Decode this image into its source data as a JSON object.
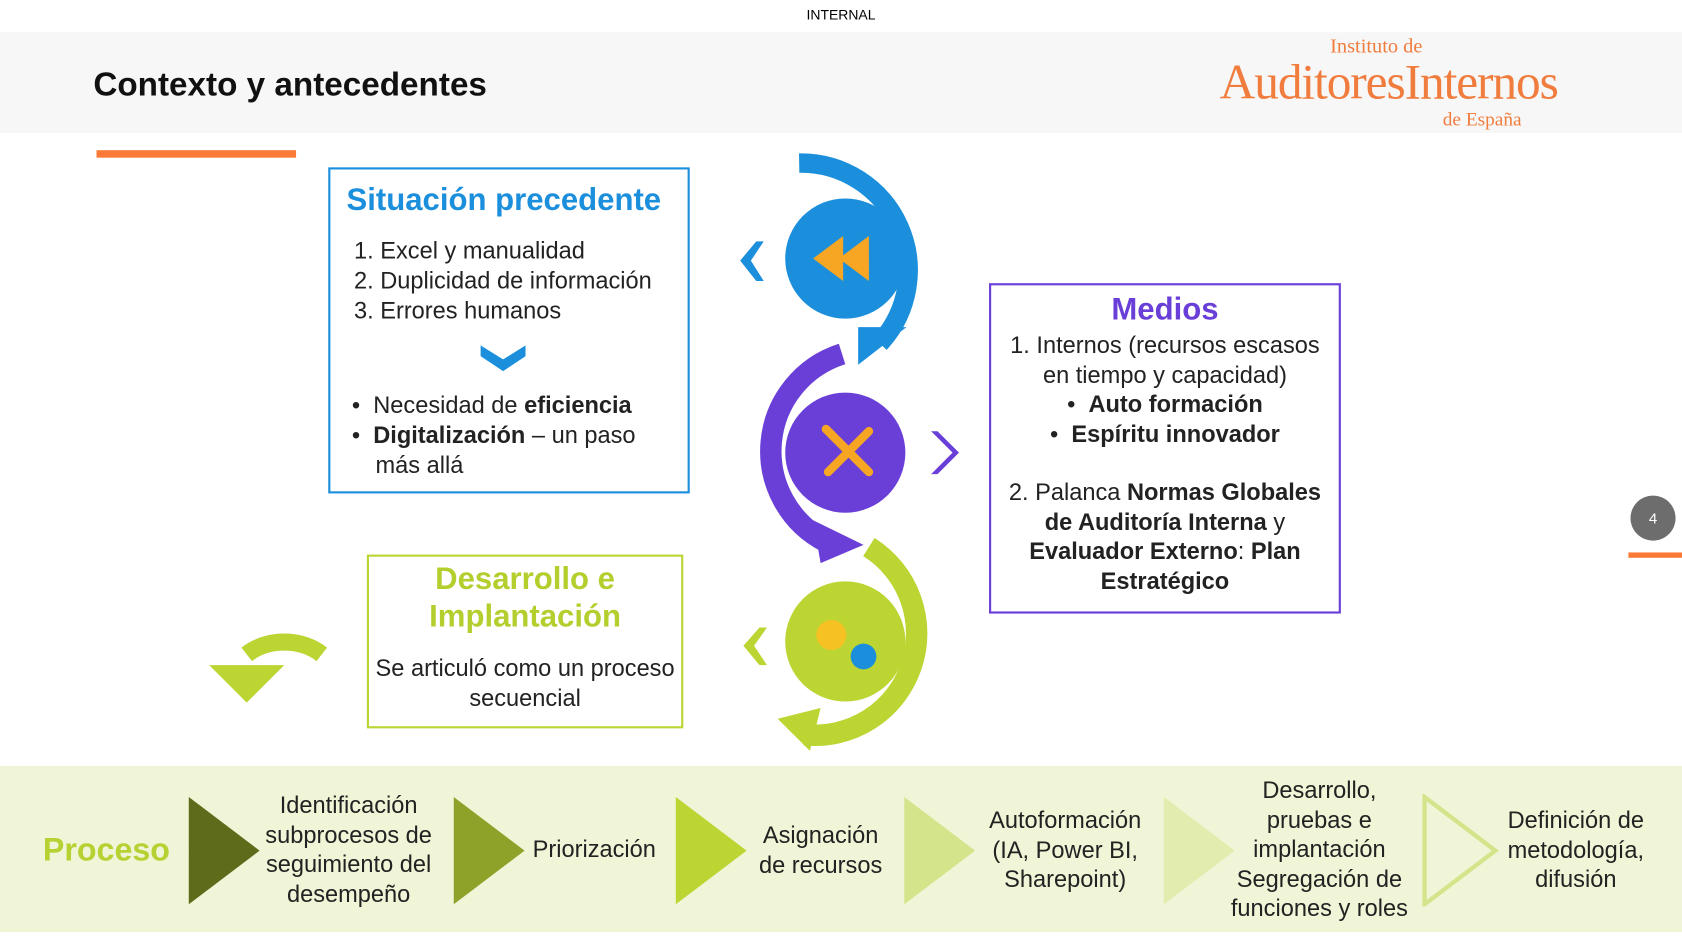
{
  "classification": "INTERNAL",
  "header": {
    "title": "Contexto y antecedentes",
    "logo": {
      "line1": "Instituto de",
      "line2": "AuditoresInternos",
      "line3": "de España"
    }
  },
  "situacion": {
    "title": "Situación precedente",
    "items": [
      "1.  Excel y manualidad",
      "2.  Duplicidad de información",
      "3.  Errores humanos"
    ],
    "bullets": [
      {
        "pre": "Necesidad de ",
        "bold": "eficiencia",
        "post": ""
      },
      {
        "pre": "",
        "bold": "Digitalización",
        "post": " – un paso más allá"
      }
    ]
  },
  "medios": {
    "title": "Medios",
    "item1": "1.  Internos (recursos escasos en tiempo y capacidad)",
    "sub": [
      "Auto formación",
      "Espíritu innovador"
    ],
    "item2": {
      "a": "2. Palanca ",
      "b": "Normas Globales de Auditoría Interna",
      "c": " y ",
      "d": "Evaluador Externo",
      "e": ": ",
      "f": "Plan Estratégico"
    }
  },
  "desarrollo": {
    "title": "Desarrollo e Implantación",
    "text": "Se articuló como un proceso secuencial"
  },
  "process": {
    "label": "Proceso",
    "steps": [
      "Identificación subprocesos de seguimiento del desempeño",
      "Priorización",
      "Asignación de recursos",
      "Autoformación (IA, Power BI, Sharepoint)",
      "Desarrollo, pruebas e implantación Segregación de funciones y roles",
      "Definición de metodología, difusión"
    ]
  },
  "page_number": "4",
  "colors": {
    "blue": "#1b8fdc",
    "purple": "#6a3fd8",
    "green": "#b5d132",
    "orange": "#fd7a36"
  }
}
